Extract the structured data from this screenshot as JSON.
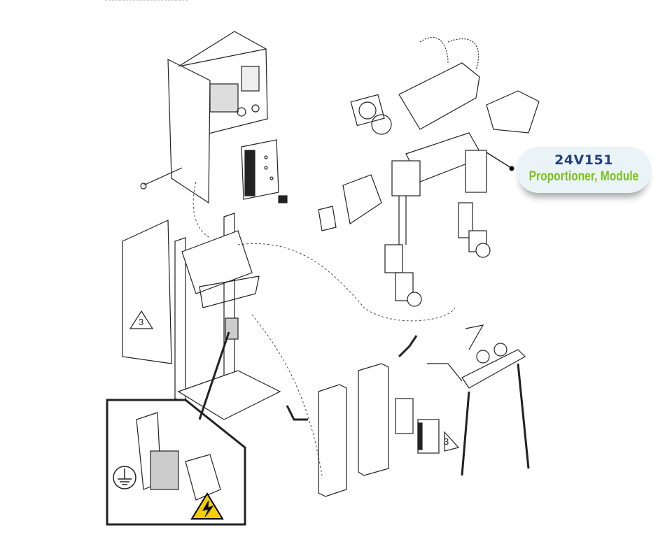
{
  "callout": {
    "part_number": "24V151",
    "description": "Proportioner, Module"
  },
  "reference_marks": [
    "3",
    "3"
  ],
  "colors": {
    "part_number": "#24407f",
    "description": "#7cc11c",
    "callout_bg": "#eaf4f6",
    "warning": "#f5d000"
  },
  "icons": [
    "ground-symbol-icon",
    "high-voltage-warning-icon"
  ]
}
